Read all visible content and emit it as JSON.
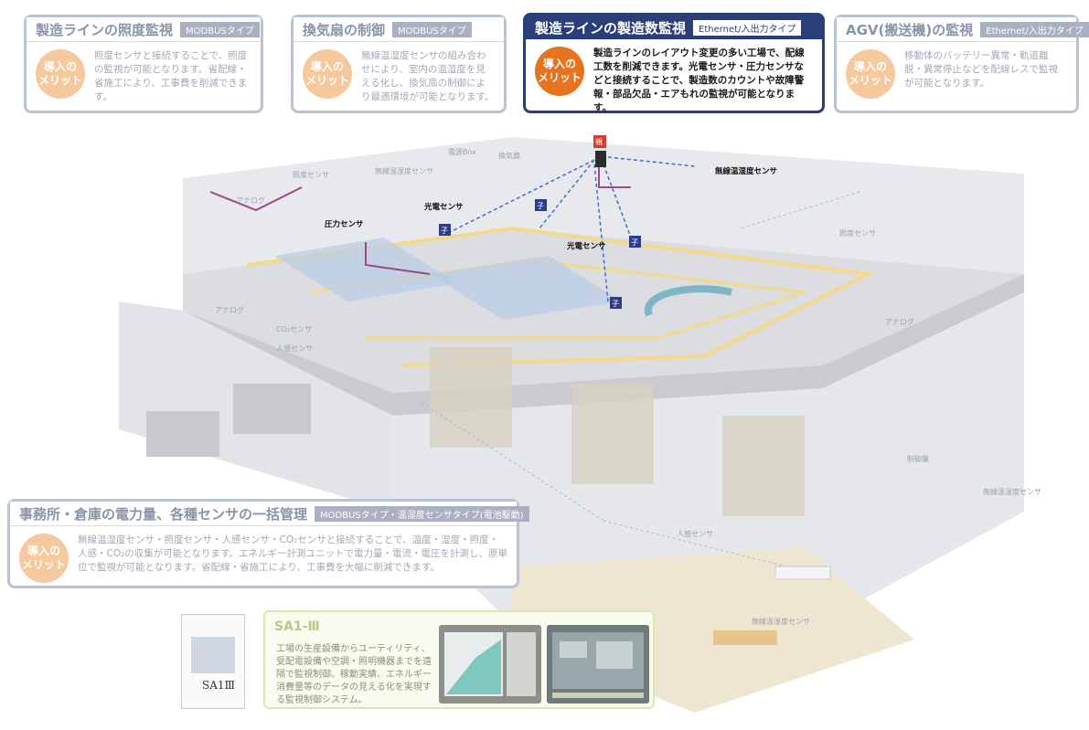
{
  "callouts": {
    "lighting": {
      "title": "製造ラインの照度監視",
      "tag": "MODBUSタイプ",
      "badge_line1": "導入の",
      "badge_line2": "メリット",
      "text": "照度センサと接続することで、照度の監視が可能となります。省配線・省施工により、工事費を削減できます。"
    },
    "fan": {
      "title": "換気扇の制御",
      "tag": "MODBUSタイプ",
      "badge_line1": "導入の",
      "badge_line2": "メリット",
      "text": "無線温湿度センサの組み合わせにより、室内の温湿度を見える化し、換気扇の制御により最適環境が可能となります。"
    },
    "production": {
      "title": "製造ラインの製造数監視",
      "tag": "Ethernet/入出力タイプ",
      "badge_line1": "導入の",
      "badge_line2": "メリット",
      "text": "製造ラインのレイアウト変更の多い工場で、配線工数を削減できます。光電センサ・圧力センサなどと接続することで、製造数のカウントや故障警報・部品欠品・エアもれの監視が可能となります。"
    },
    "agv": {
      "title": "AGV(搬送機)の監視",
      "tag": "Ethernet/入出力タイプ",
      "badge_line1": "導入の",
      "badge_line2": "メリット",
      "text": "移動体のバッテリー異常・軌道離脱・異常停止などを配線レスで監視が可能となります。"
    },
    "office": {
      "title": "事務所・倉庫の電力量、各種センサの一括管理",
      "tag": "MODBUSタイプ・温湿度センサタイプ(電池駆動)",
      "badge_line1": "導入の",
      "badge_line2": "メリット",
      "text": "無線温湿度センサ・照度センサ・人感センサ・CO₂センサと接続することで、温度・湿度・照度・人感・CO₂の収集が可能となります。エネルギー計測ユニットで電力量・電流・電圧を計測し、原単位で監視が可能となります。省配線・省施工により、工事費を大幅に削減できます。"
    }
  },
  "labels": {
    "illuminance_sensor": "照度センサ",
    "analog": "アナログ",
    "power_box": "電源Box",
    "ventilation_fan": "換気扇",
    "wireless_temp_humidity": "無線温湿度センサ",
    "pressure_sensor": "圧力センサ",
    "photoelectric_sensor": "光電センサ",
    "wireless_temp_humidity_2": "無線温湿度センサ",
    "co2_sensor": "CO₂センサ",
    "motion_sensor": "人感センサ",
    "control_panel": "制御盤",
    "child_unit": "子",
    "parent_unit": "親"
  },
  "sa1": {
    "title": "SA1-Ⅲ",
    "text": "工場の生産設備からユーティリティ、受配電設備や空調・照明機器までを遠隔で監視制御。稼動実績、エネルギー消費量等のデータの見える化を実現する監視制御システム。",
    "brochure_title": "SA1Ⅲ"
  },
  "colors": {
    "active_border": "#2a3f7a",
    "inactive_border": "#b9c3d6",
    "badge_active": "#e8731f",
    "badge_inactive": "#f6c89e",
    "child_unit": "#2e3a8c",
    "parent_unit": "#d83a2c",
    "line_purple": "#9a4a86",
    "floor_yellow": "#f3d98c",
    "link_blue": "#3a6fd0"
  }
}
